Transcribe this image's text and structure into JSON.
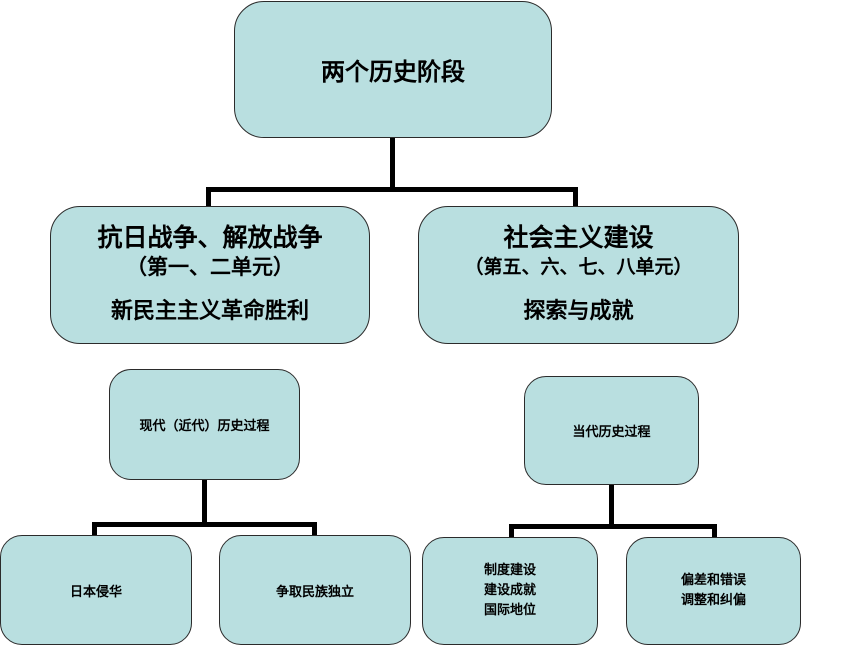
{
  "root": {
    "label": "两个历史阶段"
  },
  "left_branch": {
    "title": "抗日战争、解放战争",
    "units": "（第一、二单元）",
    "theme": "新民主主义革命胜利",
    "sub": {
      "label": "现代（近代）历史过程",
      "children": [
        "日本侵华",
        "争取民族独立"
      ]
    }
  },
  "right_branch": {
    "title": "社会主义建设",
    "units": "（第五、六、七、八单元）",
    "theme": "探索与成就",
    "sub": {
      "label": "当代历史过程",
      "children": [
        [
          "制度建设",
          "建设成就",
          "国际地位"
        ],
        [
          "偏差和错误",
          "调整和纠偏"
        ]
      ]
    }
  },
  "colors": {
    "node_fill": "#b9dfe0",
    "node_border": "#2b2b2b",
    "connector": "#000000"
  }
}
